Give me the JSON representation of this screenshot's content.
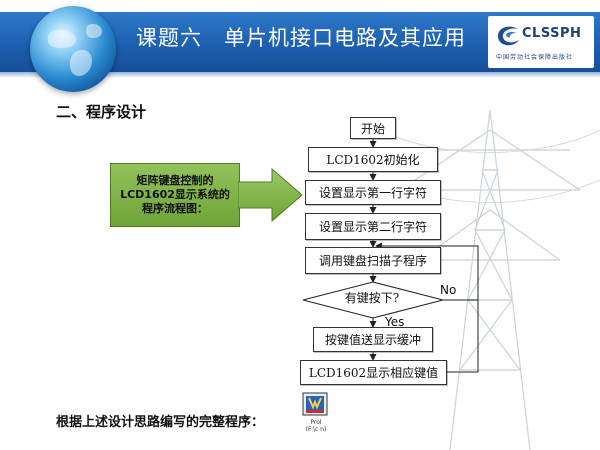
{
  "header": {
    "chapter": "课题六",
    "title": "单片机接口电路及其应用",
    "logo_text": "CLSSPH",
    "logo_subtext": "中国劳动社会保障出版社"
  },
  "section_heading": "二、程序设计",
  "callout": {
    "line1": "矩阵键盘控制的",
    "line2": "LCD1602显示系统的",
    "line3": "程序流程图："
  },
  "flowchart": {
    "start": "开始",
    "init": "LCD1602初始化",
    "set_line1": "设置显示第一行字符",
    "set_line2": "设置显示第二行字符",
    "scan_keys": "调用键盘扫描子程序",
    "key_pressed": "有键按下?",
    "branch_no": "No",
    "branch_yes": "Yes",
    "send_buffer": "按键值送显示缓冲",
    "show_key": "LCD1602显示相应键值"
  },
  "footer": {
    "text": "根据上述设计思路编写的完整程序：",
    "file_label_1": "Prol",
    "file_label_2": "(F:\\c n)"
  },
  "colors": {
    "header_blue": "#1d5fb0",
    "callout_green": "#7fb244"
  }
}
